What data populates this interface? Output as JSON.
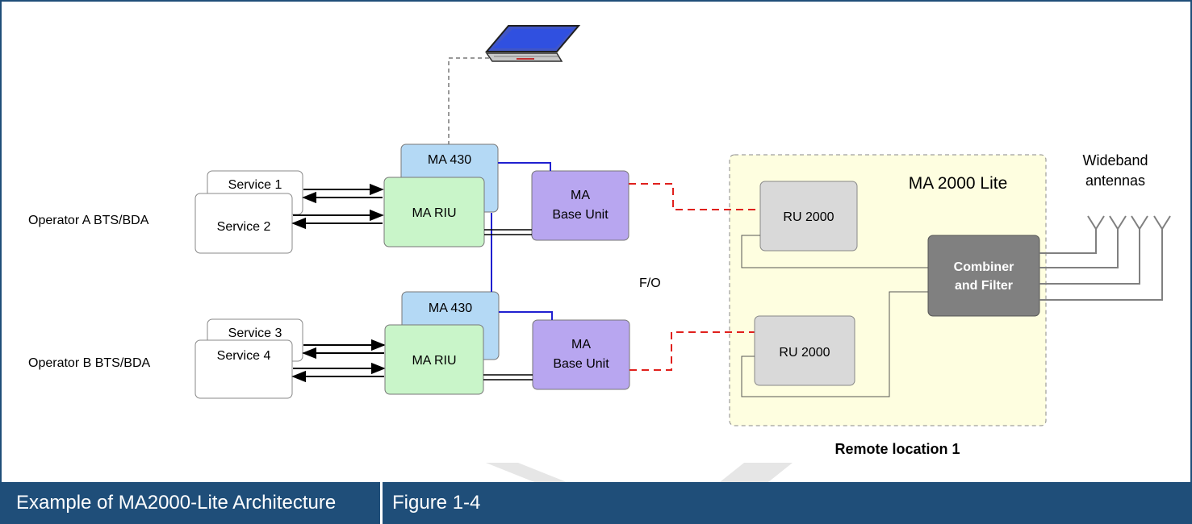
{
  "caption": {
    "title": "Example of MA2000-Lite Architecture",
    "figure": "Figure 1-4"
  },
  "operators": {
    "a": "Operator A BTS/BDA",
    "b": "Operator B BTS/BDA"
  },
  "services": [
    "Service 1",
    "Service 2",
    "Service 3",
    "Service 4"
  ],
  "units": {
    "ma430": "MA 430",
    "riu": "MA RIU",
    "base_unit_line1": "MA",
    "base_unit_line2": "Base Unit",
    "ru": "RU 2000",
    "combiner_line1": "Combiner",
    "combiner_line2": "and Filter"
  },
  "labels": {
    "fo": "F/O",
    "remote_box_title": "MA 2000 Lite",
    "remote_location": "Remote location 1",
    "antennas_line1": "Wideband",
    "antennas_line2": "antennas"
  },
  "colors": {
    "frame": "#1f4e79",
    "ma430": "#b4d9f5",
    "riu": "#c9f5c9",
    "base_unit": "#b8a6f0",
    "ru": "#d9d9d9",
    "combiner": "#808080",
    "remote_bg": "#fefee0",
    "fiber": "#e0201c",
    "link": "#2020d0"
  },
  "icons": {
    "laptop": "laptop-icon",
    "antenna": "antenna-icon"
  }
}
